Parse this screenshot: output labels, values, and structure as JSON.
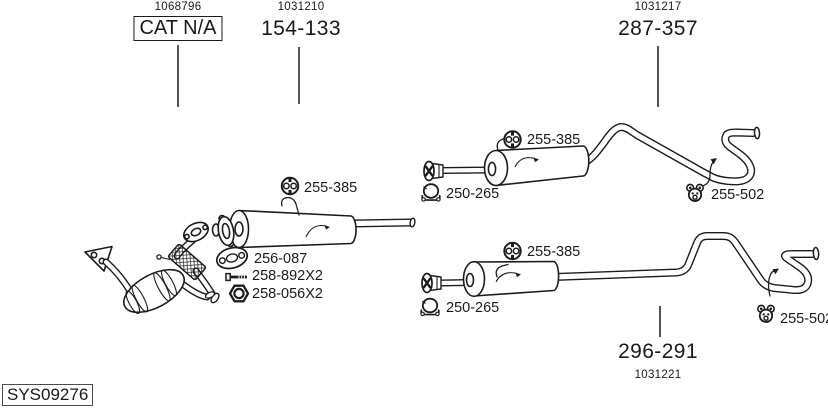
{
  "colors": {
    "ink": "#1c1c1c",
    "background": "#ffffff"
  },
  "header": {
    "catalyst": {
      "ref_no": "1068796",
      "label": "CAT N/A"
    },
    "front_muffler": {
      "ref_no": "1031210",
      "label": "154-133"
    },
    "rear_system_upper": {
      "ref_no": "1031217",
      "label": "287-357"
    }
  },
  "footer": {
    "rear_system_lower": {
      "label": "296-291",
      "ref_no": "1031221"
    },
    "system_code": "SYS09276"
  },
  "part_labels": {
    "rubber_hanger": "255-385",
    "clamp": "250-265",
    "rubber_mount": "255-502",
    "gasket": "256-087",
    "bolt": "258-892X2",
    "nut": "258-056X2"
  }
}
